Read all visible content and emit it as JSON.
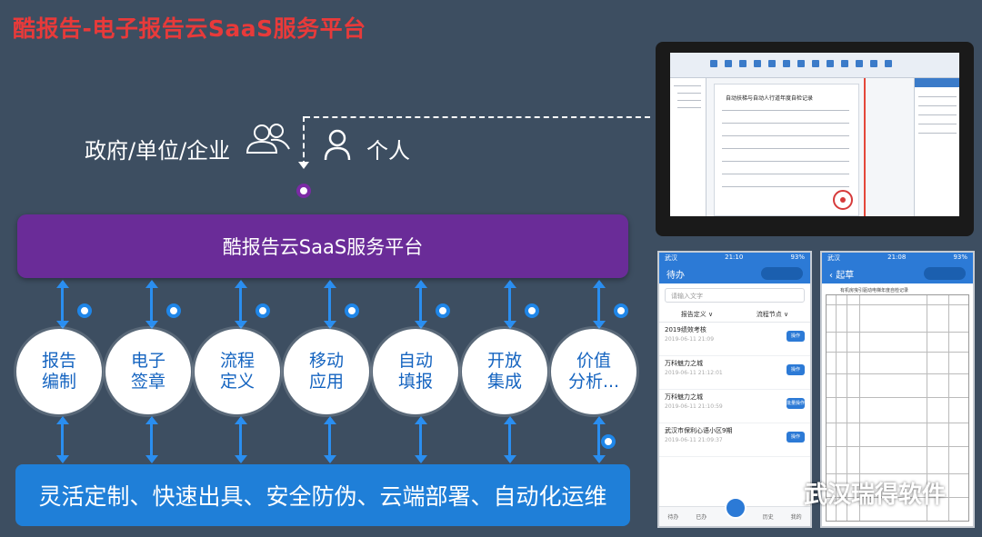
{
  "title": "酷报告-电子报告云SaaS服务平台",
  "users": {
    "org_label": "政府/单位/企业",
    "person_label": "个人"
  },
  "platform_label": "酷报告云SaaS服务平台",
  "modules": [
    {
      "line1": "报告",
      "line2": "编制"
    },
    {
      "line1": "电子",
      "line2": "签章"
    },
    {
      "line1": "流程",
      "line2": "定义"
    },
    {
      "line1": "移动",
      "line2": "应用"
    },
    {
      "line1": "自动",
      "line2": "填报"
    },
    {
      "line1": "开放",
      "line2": "集成"
    },
    {
      "line1": "价值",
      "line2": "分析..."
    }
  ],
  "bottom_bar": "灵活定制、快速出具、安全防伪、云端部署、自动化运维",
  "tablet": {
    "doc_title": "自动扶梯与自动人行道年度自检记录"
  },
  "phone_left": {
    "status_left": "武汉",
    "status_time": "21:10",
    "status_right": "93%",
    "header": "待办",
    "search_placeholder": "请输入文字",
    "filter_1": "报告定义 ∨",
    "filter_2": "流程节点 ∨",
    "items": [
      {
        "title": "2019绩效考核",
        "sub": "2019-06-11 21:09",
        "btn": "操作"
      },
      {
        "title": "万科魅力之城",
        "sub": "2019-06-11 21:12:01",
        "btn": "操作"
      },
      {
        "title": "万科魅力之城",
        "sub": "2019-06-11 21:10:59",
        "btn": "批量操作"
      },
      {
        "title": "武汉市保利心语小区9期",
        "sub": "2019-06-11 21:09:37",
        "btn": "操作"
      }
    ],
    "tabs": [
      "待办",
      "已办",
      "",
      "历史",
      "我的"
    ]
  },
  "phone_right": {
    "status_left": "武汉",
    "status_time": "21:08",
    "status_right": "93%",
    "header": "起草",
    "form_title": "有机房曳引驱动电梯年度自检记录"
  },
  "watermark": "武汉瑞得软件"
}
